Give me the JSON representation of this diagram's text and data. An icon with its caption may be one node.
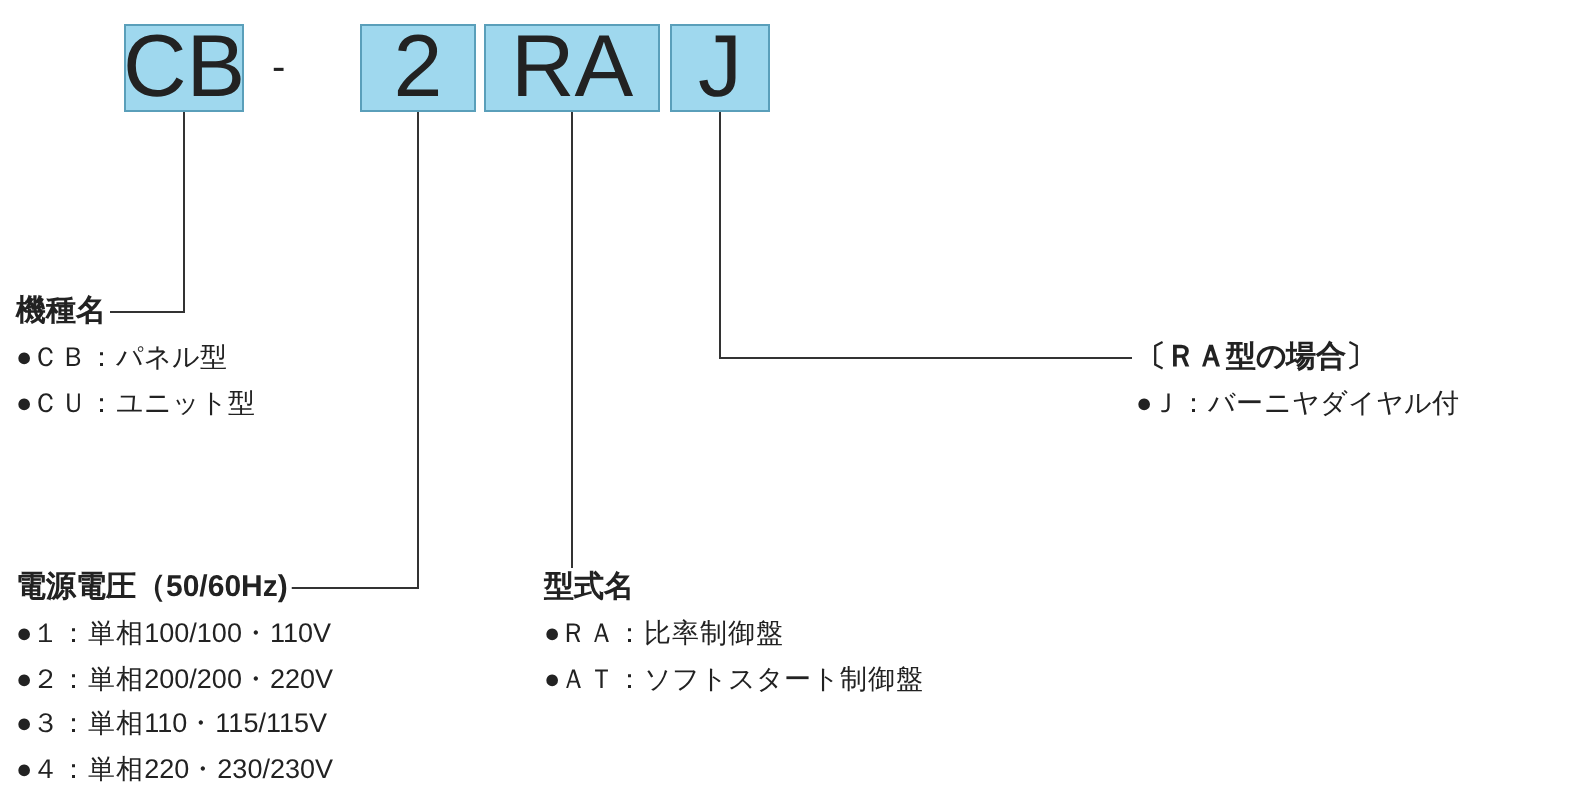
{
  "diagram": {
    "nodes": [
      {
        "text": [
          "CB"
        ]
      },
      {
        "text": [
          "2"
        ]
      },
      {
        "text": [
          "RA"
        ]
      },
      {
        "text": [
          "J"
        ]
      },
      {
        "text": [
          "機種名"
        ],
        "beside": [
          "●ＣＢ：パネル型",
          "●ＣＵ：ユニット型"
        ]
      },
      {
        "text": [
          "電源電圧（50/60Hz)"
        ],
        "beside": [
          "●１：単相100/100・110V",
          "●２：単相200/200・220V",
          "●３：単相110・115/115V",
          "●４：単相220・230/230V"
        ]
      },
      {
        "text": [
          "型式名"
        ],
        "beside": [
          "●ＲＡ：比率制御盤",
          "●ＡＴ：ソフトスタート制御盤"
        ]
      },
      {
        "text": [
          "〔ＲＡ型の場合〕"
        ],
        "beside": [
          "●Ｊ：バーニヤダイヤル付"
        ]
      }
    ],
    "edges": [
      {
        "from": 0,
        "to": 4,
        "arrow": "none"
      },
      {
        "from": 1,
        "to": 5,
        "arrow": "none"
      },
      {
        "from": 2,
        "to": 6,
        "arrow": "none"
      },
      {
        "from": 3,
        "to": 7,
        "arrow": "none"
      }
    ],
    "labels": [
      "-"
    ]
  }
}
